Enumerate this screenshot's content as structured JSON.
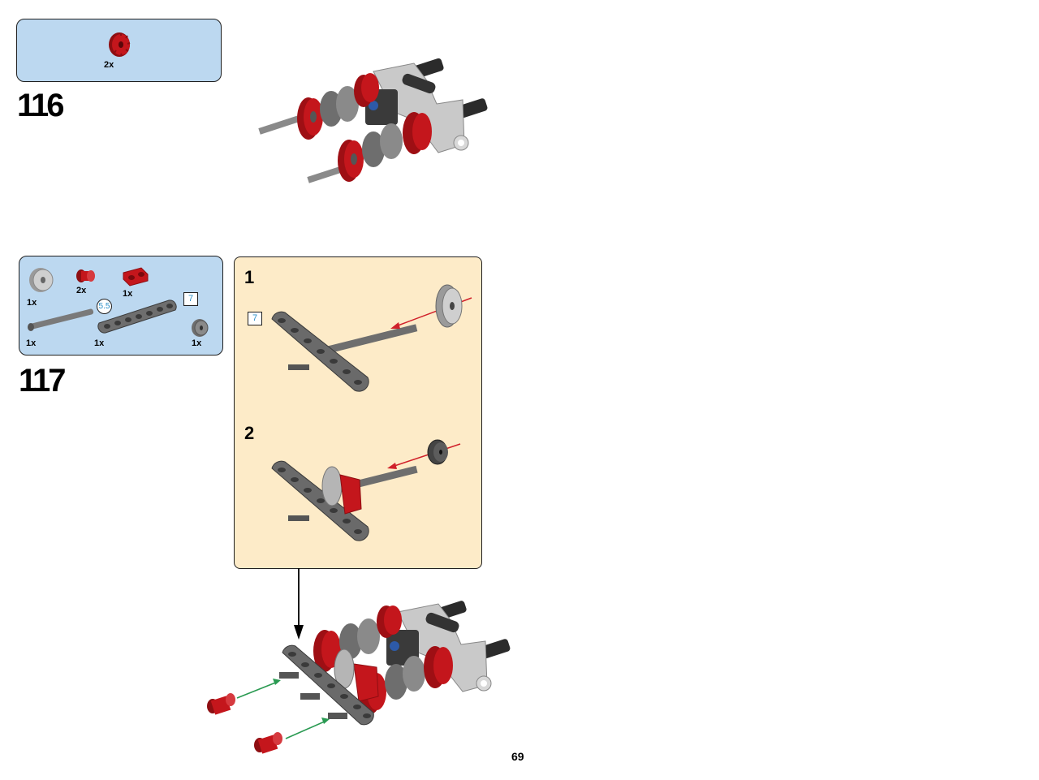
{
  "step116": {
    "number": "116",
    "parts": [
      {
        "qty": "2x",
        "icon": "red-gear-12-tooth-icon"
      }
    ]
  },
  "step117": {
    "number": "117",
    "parts": [
      {
        "qty": "1x",
        "icon": "gray-gear-16-tooth-icon"
      },
      {
        "qty": "2x",
        "icon": "red-pin-connector-icon"
      },
      {
        "qty": "1x",
        "icon": "red-double-block-icon"
      },
      {
        "qty": "1x",
        "icon": "axle-5-5-icon",
        "length_label": "5.5"
      },
      {
        "qty": "1x",
        "icon": "beam-7-icon",
        "length_label": "7"
      },
      {
        "qty": "1x",
        "icon": "gray-gear-small-icon"
      }
    ],
    "substeps": [
      {
        "number": "1",
        "length_callout": "7"
      },
      {
        "number": "2"
      }
    ]
  },
  "colors": {
    "parts_panel": "#bcd8f0",
    "substep_panel": "#fdebc8",
    "red": "#c4161c",
    "arrow_red": "#d0202a",
    "arrow_green": "#2a9a52"
  },
  "page_number": "69"
}
